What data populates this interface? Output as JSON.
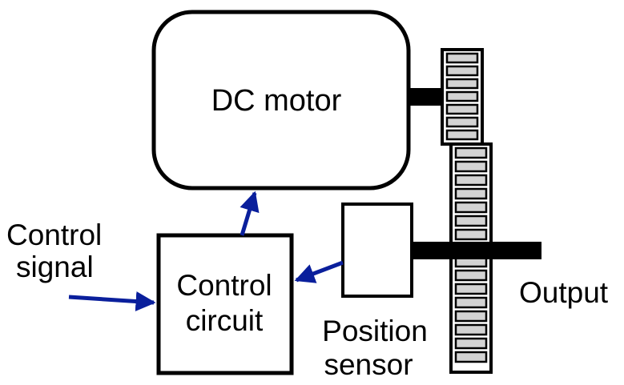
{
  "labels": {
    "dc_motor": "DC motor",
    "control_signal_line1": "Control",
    "control_signal_line2": "signal",
    "control_circuit_line1": "Control",
    "control_circuit_line2": "circuit",
    "position_sensor_line1": "Position",
    "position_sensor_line2": "sensor",
    "output": "Output"
  },
  "colors": {
    "stroke": "#000000",
    "arrow": "#0a1f9c",
    "gear_tooth": "#d3d3d3",
    "background": "#ffffff"
  }
}
